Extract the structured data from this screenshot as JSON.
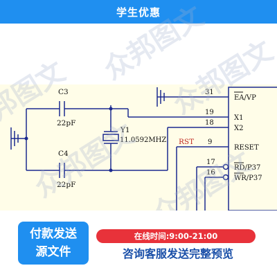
{
  "banner": {
    "title": "学生优惠"
  },
  "watermark": {
    "text": "众邦图文"
  },
  "schematic": {
    "colors": {
      "wire": "#1b2a8f",
      "component": "#1b2a8f",
      "pin_number": "#101010",
      "net_label": "#c0281f",
      "chip_fill": "#fffde8",
      "background": "#fffde8"
    },
    "components": [
      {
        "designator": "C3",
        "value": "22pF"
      },
      {
        "designator": "C4",
        "value": "22pF"
      },
      {
        "designator": "Y1",
        "value": "11.0592MHZ"
      }
    ],
    "net_labels": [
      "RST"
    ],
    "pins": [
      {
        "number": "31",
        "name": "EA/VP"
      },
      {
        "number": "19",
        "name": "X1"
      },
      {
        "number": "18",
        "name": "X2"
      },
      {
        "number": "9",
        "name": "RESET"
      },
      {
        "number": "17",
        "name": "RD/P37"
      },
      {
        "number": "16",
        "name": "WR/P37"
      }
    ]
  },
  "footer": {
    "pay_line1": "付款发送",
    "pay_line2": "源文件",
    "hours": "在线时间:9:00-21:00",
    "consult": "咨询客服发送完整预览"
  }
}
